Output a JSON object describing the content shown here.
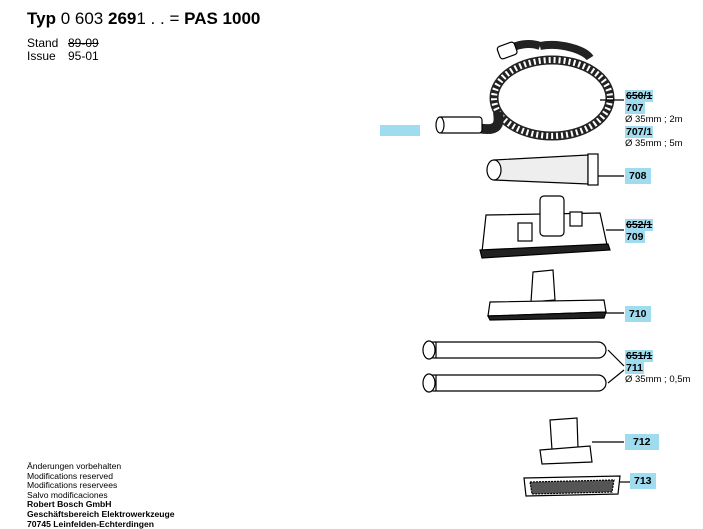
{
  "header": {
    "typ_label": "Typ",
    "typ_number_a": "0 603",
    "typ_number_b": "269",
    "typ_suffix": "1 . .",
    "equals": "=",
    "model": "PAS 1000"
  },
  "meta": {
    "stand_label": "Stand",
    "stand_value": "89-09",
    "issue_label": "Issue",
    "issue_value": "95-01"
  },
  "parts": {
    "hose": {
      "old": "650/1",
      "new": "707",
      "spec_a": "Ø 35mm ; 2m",
      "alt": "707/1",
      "spec_b": "Ø 35mm ; 5m"
    },
    "crevice": {
      "num": "708"
    },
    "floor": {
      "old": "652/1",
      "new": "709"
    },
    "upholstery": {
      "num": "710"
    },
    "tubes": {
      "old": "651/1",
      "new": "711",
      "spec": "Ø 35mm ; 0,5m"
    },
    "small_nozzle": {
      "num": "712"
    },
    "brush": {
      "num": "713"
    }
  },
  "footer": {
    "line1": "Änderungen vorbehalten",
    "line2": "Modifications reserved",
    "line3": "Modifications reservees",
    "line4": "Salvo modificaciones",
    "company": "Robert Bosch GmbH",
    "division": "Geschäftsbereich Elektrowerkzeuge",
    "address": "70745 Leinfelden-Echterdingen"
  },
  "colors": {
    "highlight": "#9fdcef"
  }
}
